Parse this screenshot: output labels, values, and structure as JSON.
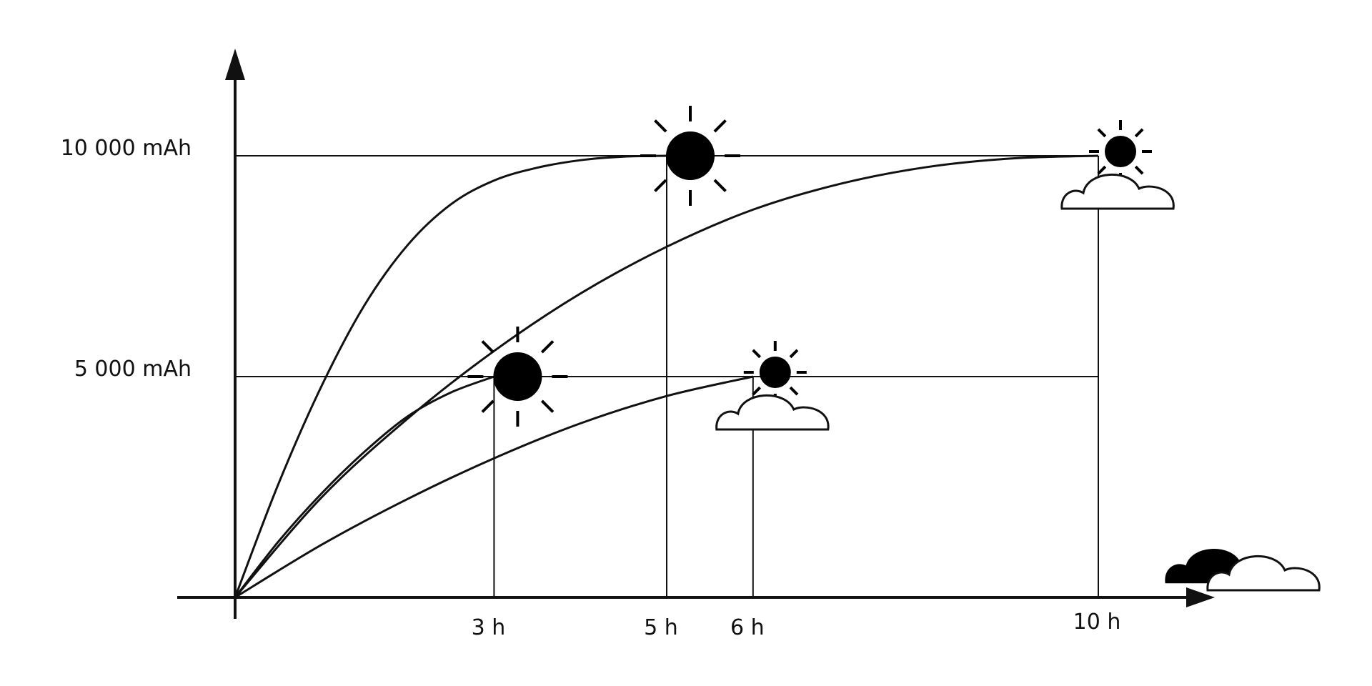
{
  "chart_data": {
    "type": "line",
    "title": "",
    "xlabel": "",
    "ylabel": "",
    "xlim": [
      0,
      11.5
    ],
    "ylim": [
      0,
      11500
    ],
    "x_ticks": [
      {
        "value": 3,
        "label": "3 h"
      },
      {
        "value": 5,
        "label": "5 h"
      },
      {
        "value": 6,
        "label": "6 h"
      },
      {
        "value": 10,
        "label": "10 h"
      }
    ],
    "y_ticks": [
      {
        "value": 5000,
        "label": "5 000 mAh"
      },
      {
        "value": 10000,
        "label": "10 000 mAh"
      }
    ],
    "grid": "reference lines at tick values",
    "series": [
      {
        "points": [
          [
            0,
            0
          ],
          [
            0.5,
            2560
          ],
          [
            1,
            4780
          ],
          [
            1.5,
            6620
          ],
          [
            2,
            7980
          ],
          [
            2.5,
            8900
          ],
          [
            3,
            9440
          ],
          [
            3.5,
            9730
          ],
          [
            4,
            9900
          ],
          [
            4.5,
            9980
          ],
          [
            5,
            10000
          ]
        ],
        "weather": "sunny"
      },
      {
        "points": [
          [
            0,
            0
          ],
          [
            1,
            2260
          ],
          [
            2,
            4050
          ],
          [
            3,
            5580
          ],
          [
            4,
            6880
          ],
          [
            5,
            7940
          ],
          [
            6,
            8780
          ],
          [
            7,
            9360
          ],
          [
            8,
            9740
          ],
          [
            9,
            9940
          ],
          [
            10,
            10000
          ]
        ],
        "weather": "partly-cloudy"
      },
      {
        "points": [
          [
            0,
            0
          ],
          [
            0.5,
            1260
          ],
          [
            1,
            2350
          ],
          [
            1.5,
            3300
          ],
          [
            2,
            4100
          ],
          [
            2.5,
            4640
          ],
          [
            3,
            5000
          ]
        ],
        "weather": "sunny"
      },
      {
        "points": [
          [
            0,
            0
          ],
          [
            1,
            1190
          ],
          [
            2,
            2230
          ],
          [
            3,
            3150
          ],
          [
            4,
            3940
          ],
          [
            5,
            4560
          ],
          [
            6,
            5000
          ]
        ],
        "weather": "partly-cloudy"
      }
    ],
    "annotations": [
      {
        "icon": "sun-icon",
        "x": 5,
        "y": 10000
      },
      {
        "icon": "sun-icon",
        "x": 3,
        "y": 5000
      },
      {
        "icon": "sun-behind-cloud-icon",
        "x": 10,
        "y": 10000
      },
      {
        "icon": "sun-behind-cloud-icon",
        "x": 6,
        "y": 5000
      },
      {
        "icon": "clouds-icon",
        "x": 11.5,
        "y": 0
      }
    ],
    "colors": {
      "ink": "#111111",
      "background": "#ffffff"
    }
  }
}
